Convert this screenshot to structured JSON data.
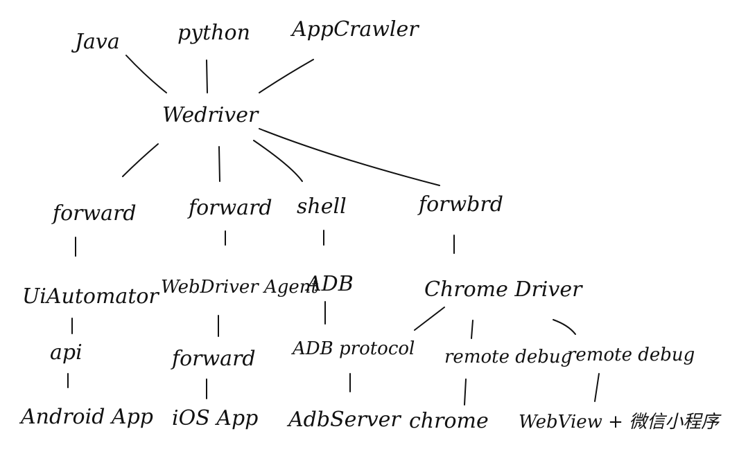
{
  "diagram": {
    "nodes": {
      "java": "Java",
      "python": "python",
      "appcrawler": "AppCrawler",
      "webdriver": "Wedriver",
      "forward_android": "forward",
      "forward_ios": "forward",
      "shell": "shell",
      "forward_chrome": "forwbrd",
      "uiautomator": "UiAutomator",
      "wda": "WebDriver Agent",
      "adb": "ADB",
      "chromedriver": "Chrome Driver",
      "api": "api",
      "forward_wda": "forward",
      "adb_protocol": "ADB protocol",
      "remote_debug_1": "remote debug",
      "remote_debug_2": "remote debug",
      "android_app": "Android App",
      "ios_app": "iOS App",
      "adbserver": "AdbServer",
      "chrome": "chrome",
      "webview": "WebView + 微信小程序"
    }
  }
}
